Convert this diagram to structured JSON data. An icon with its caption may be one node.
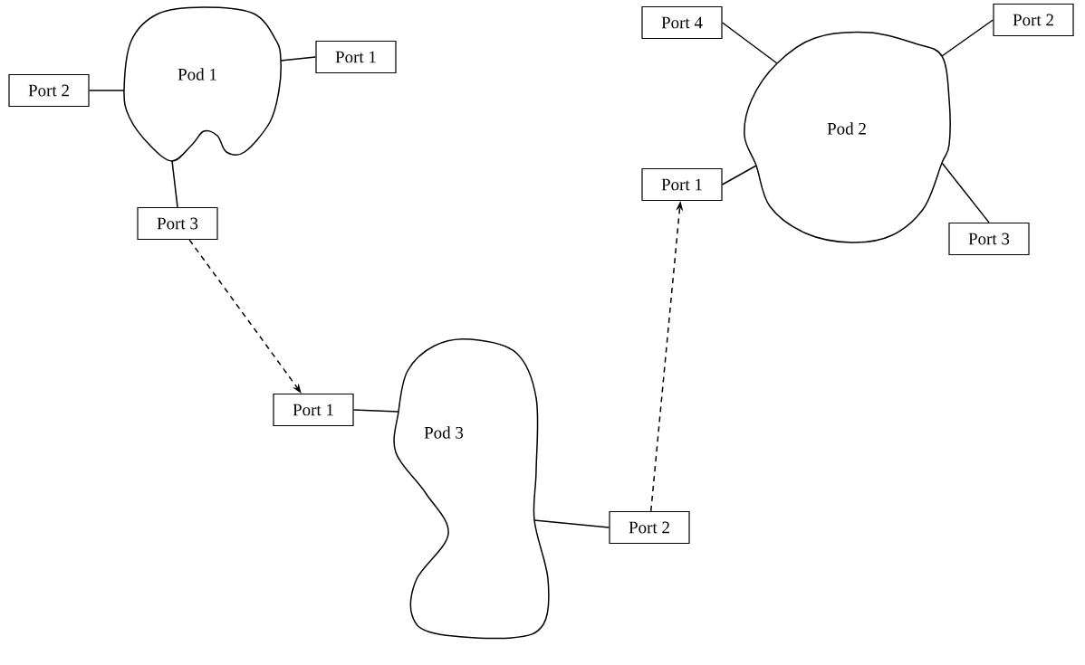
{
  "diagram": {
    "nodes": [
      {
        "text": [
          "Pod 1"
        ]
      },
      {
        "text": [
          "Port 2"
        ]
      },
      {
        "text": [
          "Port 1"
        ]
      },
      {
        "text": [
          "Port 3"
        ]
      },
      {
        "text": [
          "Pod 2"
        ]
      },
      {
        "text": [
          "Port 4"
        ]
      },
      {
        "text": [
          "Port 2"
        ]
      },
      {
        "text": [
          "Port 1"
        ]
      },
      {
        "text": [
          "Port 3"
        ]
      },
      {
        "text": [
          "Pod 3"
        ]
      },
      {
        "text": [
          "Port 1"
        ]
      },
      {
        "text": [
          "Port 2"
        ]
      }
    ],
    "edges": [
      {
        "from": 0,
        "to": 1,
        "arrow": "none"
      },
      {
        "from": 0,
        "to": 2,
        "arrow": "none"
      },
      {
        "from": 0,
        "to": 3,
        "arrow": "none"
      },
      {
        "from": 4,
        "to": 5,
        "arrow": "none"
      },
      {
        "from": 4,
        "to": 6,
        "arrow": "none"
      },
      {
        "from": 4,
        "to": 7,
        "arrow": "none"
      },
      {
        "from": 4,
        "to": 8,
        "arrow": "none"
      },
      {
        "from": 9,
        "to": 10,
        "arrow": "none"
      },
      {
        "from": 9,
        "to": 11,
        "arrow": "none"
      },
      {
        "from": 3,
        "to": 10,
        "arrow": "to",
        "style": "dashed"
      },
      {
        "from": 11,
        "to": 7,
        "arrow": "to",
        "style": "dashed"
      }
    ]
  }
}
